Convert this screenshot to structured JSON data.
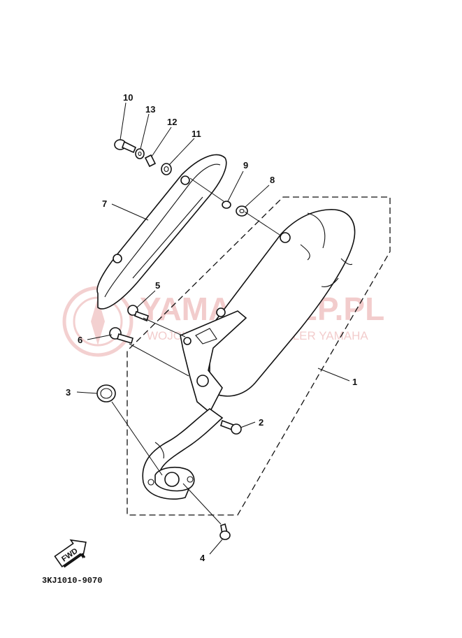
{
  "callouts": {
    "c1": "1",
    "c2": "2",
    "c3": "3",
    "c4": "4",
    "c5": "5",
    "c6": "6",
    "c7": "7",
    "c8": "8",
    "c9": "9",
    "c10": "10",
    "c11": "11",
    "c12": "12",
    "c13": "13"
  },
  "fwd_label": "FWD",
  "diagram_code": "3KJ1010-9070",
  "watermark": {
    "brand": "YAMASKLEP.PL",
    "tagline": "WOJCIECH ZAWICZ | DEALER YAMAHA"
  }
}
